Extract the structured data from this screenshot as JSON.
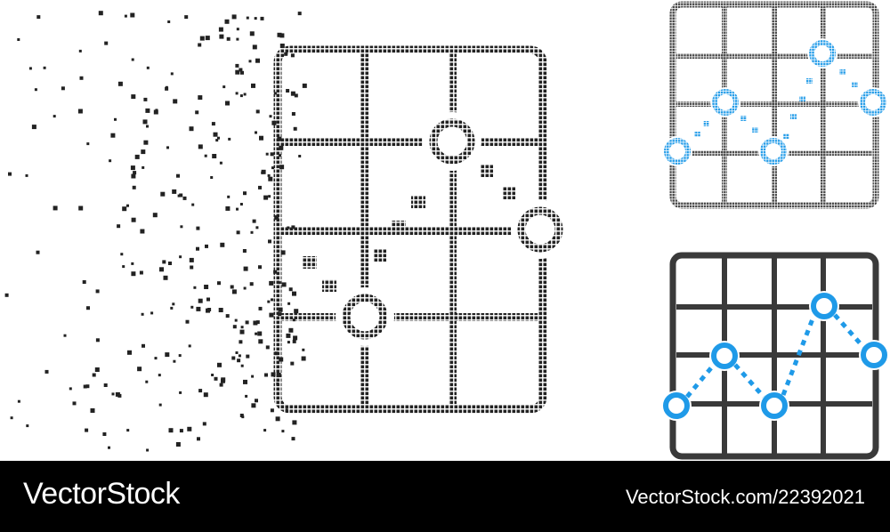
{
  "footer": {
    "brand": "VectorStock",
    "url": "VectorStock.com/22392021"
  },
  "colors": {
    "dark": "#222222",
    "grey": "#3a3a3a",
    "blue": "#1f9ae8",
    "footer_bg": "#000000"
  },
  "icons": {
    "main": "halftone-chart-grid-icon",
    "small": "halftone-chart-grid-icon-colored",
    "flat": "flat-chart-grid-icon"
  }
}
